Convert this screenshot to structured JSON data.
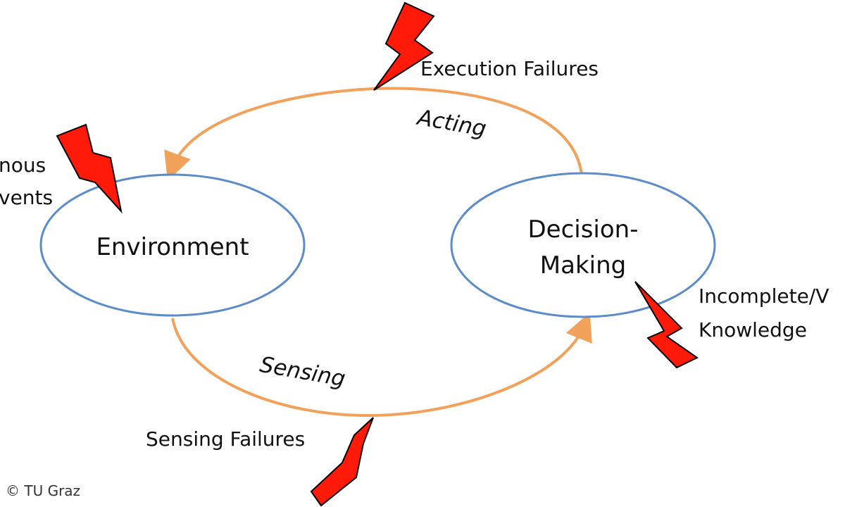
{
  "nodes": {
    "environment": "Environment",
    "decision_line1": "Decision-",
    "decision_line2": "Making"
  },
  "edges": {
    "acting": "Acting",
    "sensing": "Sensing"
  },
  "failures": {
    "execution": "Execution Failures",
    "exogenous_line1": "nous",
    "exogenous_line2": "vents",
    "knowledge_line1": "Incomplete/V",
    "knowledge_line2": "Knowledge",
    "sensing": "Sensing Failures"
  },
  "copyright": "© TU Graz",
  "colors": {
    "node_stroke": "#5b8cc8",
    "edge_stroke": "#f2a15a",
    "bolt_fill": "#ff1a0a",
    "bolt_stroke": "#000000"
  }
}
